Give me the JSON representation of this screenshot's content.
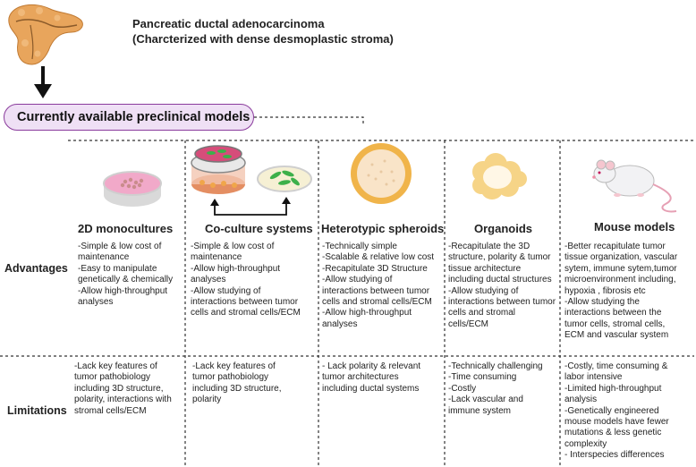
{
  "title": {
    "line1": "Pancreatic ductal adenocarcinoma",
    "line2": "(Charcterized with dense desmoplastic stroma)"
  },
  "main_box": "Currently available preclinical models",
  "row_labels": {
    "advantages": "Advantages",
    "limitations": "Limitations"
  },
  "icons": [
    "pancreas-icon",
    "petri-dish-icon",
    "transwell-icon",
    "spheroid-icon",
    "organoid-icon",
    "mouse-icon"
  ],
  "colors": {
    "box_border": "#8a3b9c",
    "box_fill": "#efe0f5",
    "pancreas": "#e8a55c",
    "dish": "#f1a9c9",
    "cells_green": "#3cb04a"
  },
  "columns": [
    {
      "heading": "2D monocultures",
      "advantages": [
        "-Simple & low cost of",
        "maintenance",
        "-Easy to manipulate",
        "genetically & chemically",
        "-Allow high-throughput",
        "analyses"
      ],
      "limitations": [
        "-Lack key features of",
        "tumor pathobiology",
        "including 3D structure,",
        "polarity, interactions with",
        "stromal cells/ECM"
      ]
    },
    {
      "heading": "Co-culture systems",
      "advantages": [
        "-Simple & low cost of",
        "maintenance",
        "-Allow high-throughput",
        "analyses",
        "-Allow studying of",
        "interactions between tumor",
        "cells and stromal cells/ECM"
      ],
      "limitations": [
        "-Lack key features of",
        "tumor pathobiology",
        "including 3D structure,",
        "polarity"
      ]
    },
    {
      "heading": "Heterotypic spheroids",
      "advantages": [
        "-Technically simple",
        "-Scalable & relative low cost",
        "-Recapitulate 3D Structure",
        "-Allow studying of",
        "interactions between tumor",
        "cells and stromal cells/ECM",
        "-Allow high-throughput",
        "analyses"
      ],
      "limitations": [
        "- Lack polarity & relevant",
        "tumor architectures",
        "including ductal systems"
      ]
    },
    {
      "heading": "Organoids",
      "advantages": [
        "-Recapitulate the 3D",
        "structure, polarity & tumor",
        "tissue architecture",
        "including ductal structures",
        "-Allow studying of",
        "interactions between tumor",
        "cells and stromal",
        "cells/ECM"
      ],
      "limitations": [
        "-Technically challenging",
        "-Time consuming",
        "-Costly",
        "-Lack  vascular and",
        "immune system"
      ]
    },
    {
      "heading": "Mouse models",
      "advantages": [
        "-Better recapitulate tumor",
        "tissue organization,  vascular",
        "sytem, immune sytem,tumor",
        "microenvironment including,",
        "hypoxia , fibrosis etc",
        "-Allow studying the",
        "interactions between the",
        "tumor cells, stromal cells,",
        "ECM and vascular system"
      ],
      "limitations": [
        "-Costly, time consuming &",
        "labor intensive",
        "-Limited high-throughput",
        "analysis",
        "-Genetically engineered",
        "mouse models have fewer",
        "mutations & less genetic",
        "complexity",
        "- Interspecies differences"
      ]
    }
  ]
}
